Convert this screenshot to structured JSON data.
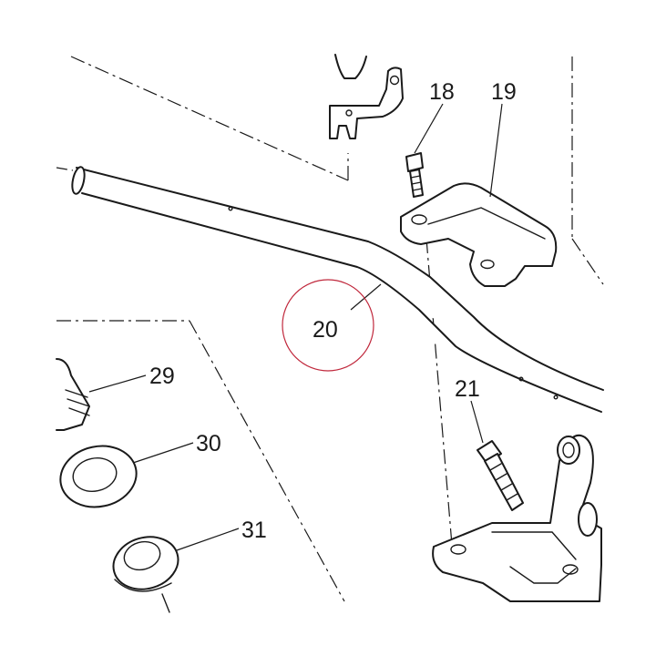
{
  "diagram": {
    "callouts": [
      "18",
      "19",
      "20",
      "21",
      "29",
      "30",
      "31"
    ],
    "highlight_color": "#c0283c",
    "line_color": "#1a1a1a",
    "background": "#ffffff"
  }
}
